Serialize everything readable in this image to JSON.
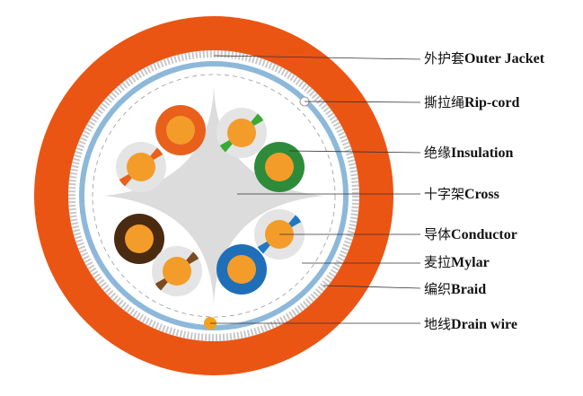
{
  "colors": {
    "jacket": "#ea5514",
    "braid": "#c8c8c8",
    "mylar": "#8db8d9",
    "core_bg": "#ffffff",
    "cross": "#dcdcdc",
    "conductor": "#f39c2a",
    "drain": "#f3a21c"
  },
  "labels": [
    {
      "cn": "外护套",
      "en": "Outer Jacket"
    },
    {
      "cn": "撕拉绳",
      "en": "Rip-cord"
    },
    {
      "cn": "绝缘",
      "en": "Insulation"
    },
    {
      "cn": "十字架",
      "en": "Cross"
    },
    {
      "cn": "导体",
      "en": "Conductor"
    },
    {
      "cn": "麦拉",
      "en": "Mylar"
    },
    {
      "cn": "编织",
      "en": "Braid"
    },
    {
      "cn": "地线",
      "en": "Drain wire"
    }
  ],
  "pairs": [
    {
      "name": "orange-solid",
      "color": "#e8601c",
      "stripe": false
    },
    {
      "name": "orange-striped",
      "color": "#e8601c",
      "stripe": true
    },
    {
      "name": "green-striped",
      "color": "#3aaa35",
      "stripe": true
    },
    {
      "name": "green-solid",
      "color": "#2e8b3a",
      "stripe": false
    },
    {
      "name": "blue-striped",
      "color": "#1f78c1",
      "stripe": true
    },
    {
      "name": "blue-solid",
      "color": "#1f6fb8",
      "stripe": false
    },
    {
      "name": "brown-solid",
      "color": "#4a2a10",
      "stripe": false
    },
    {
      "name": "brown-striped",
      "color": "#7a4a20",
      "stripe": true
    }
  ]
}
